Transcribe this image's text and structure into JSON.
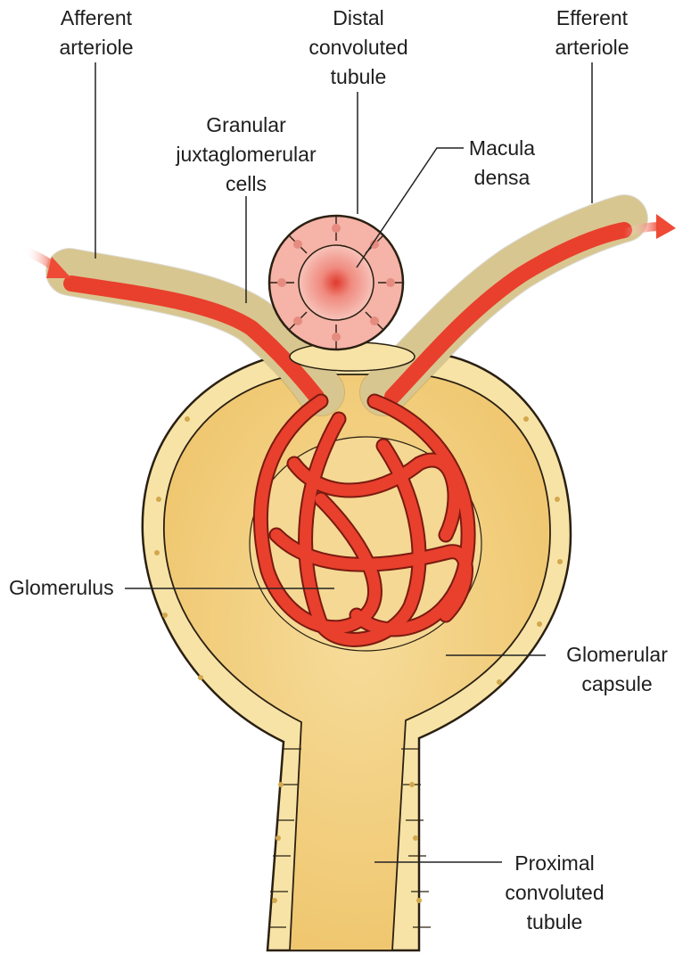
{
  "colors": {
    "capsule_fill": "#f7e3a6",
    "capsule_inner": "#f2cf7c",
    "capsule_outline": "#2a2012",
    "vessel_red": "#e8402d",
    "vessel_outline": "#7a1a10",
    "tubule_pink": "#f3a59a",
    "tubule_center": "#e24a3a",
    "arrow_color": "#ee4a36",
    "leader_line": "#222222"
  },
  "labels": {
    "afferent_arteriole": [
      "Afferent",
      "arteriole"
    ],
    "distal_convoluted_tubule": [
      "Distal",
      "convoluted",
      "tubule"
    ],
    "efferent_arteriole": [
      "Efferent",
      "arteriole"
    ],
    "granular_juxtaglomerular_cells": [
      "Granular",
      "juxtaglomerular",
      "cells"
    ],
    "macula_densa": [
      "Macula",
      "densa"
    ],
    "glomerulus": [
      "Glomerulus"
    ],
    "glomerular_capsule": [
      "Glomerular",
      "capsule"
    ],
    "proximal_convoluted_tubule": [
      "Proximal",
      "convoluted",
      "tubule"
    ]
  },
  "icons": {
    "inflow_arrow": "blood-inflow-arrow-icon",
    "outflow_arrow": "blood-outflow-arrow-icon"
  }
}
